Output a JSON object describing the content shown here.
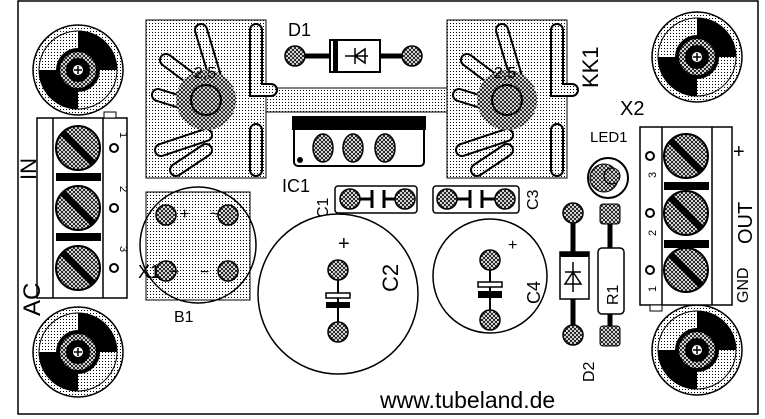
{
  "board": {
    "website": "www.tubeland.de",
    "colors": {
      "ink": "#000000",
      "paper": "#ffffff"
    }
  },
  "heatsinks": {
    "label": "KK1",
    "left_hole": "2,5",
    "right_hole": "2,5"
  },
  "components": {
    "d1": "D1",
    "d2": "D2",
    "ic1": "IC1",
    "c1": "C1",
    "c2": "C2",
    "c3": "C3",
    "c4": "C4",
    "r1": "R1",
    "led1": "LED1",
    "x1": "X1",
    "x2": "X2",
    "b1": "B1",
    "c2_plus": "+",
    "c4_plus": "+",
    "b1_plus": "+",
    "b1_minus": "−",
    "b1_ac1": "~",
    "b1_ac2": "~"
  },
  "input_terminal": {
    "label_in": "IN",
    "label_ac": "AC",
    "pins": [
      "1",
      "2",
      "3"
    ]
  },
  "output_terminal": {
    "label_out": "OUT",
    "label_gnd": "GND",
    "label_plus": "+",
    "pins": [
      "3",
      "2",
      "1"
    ]
  }
}
